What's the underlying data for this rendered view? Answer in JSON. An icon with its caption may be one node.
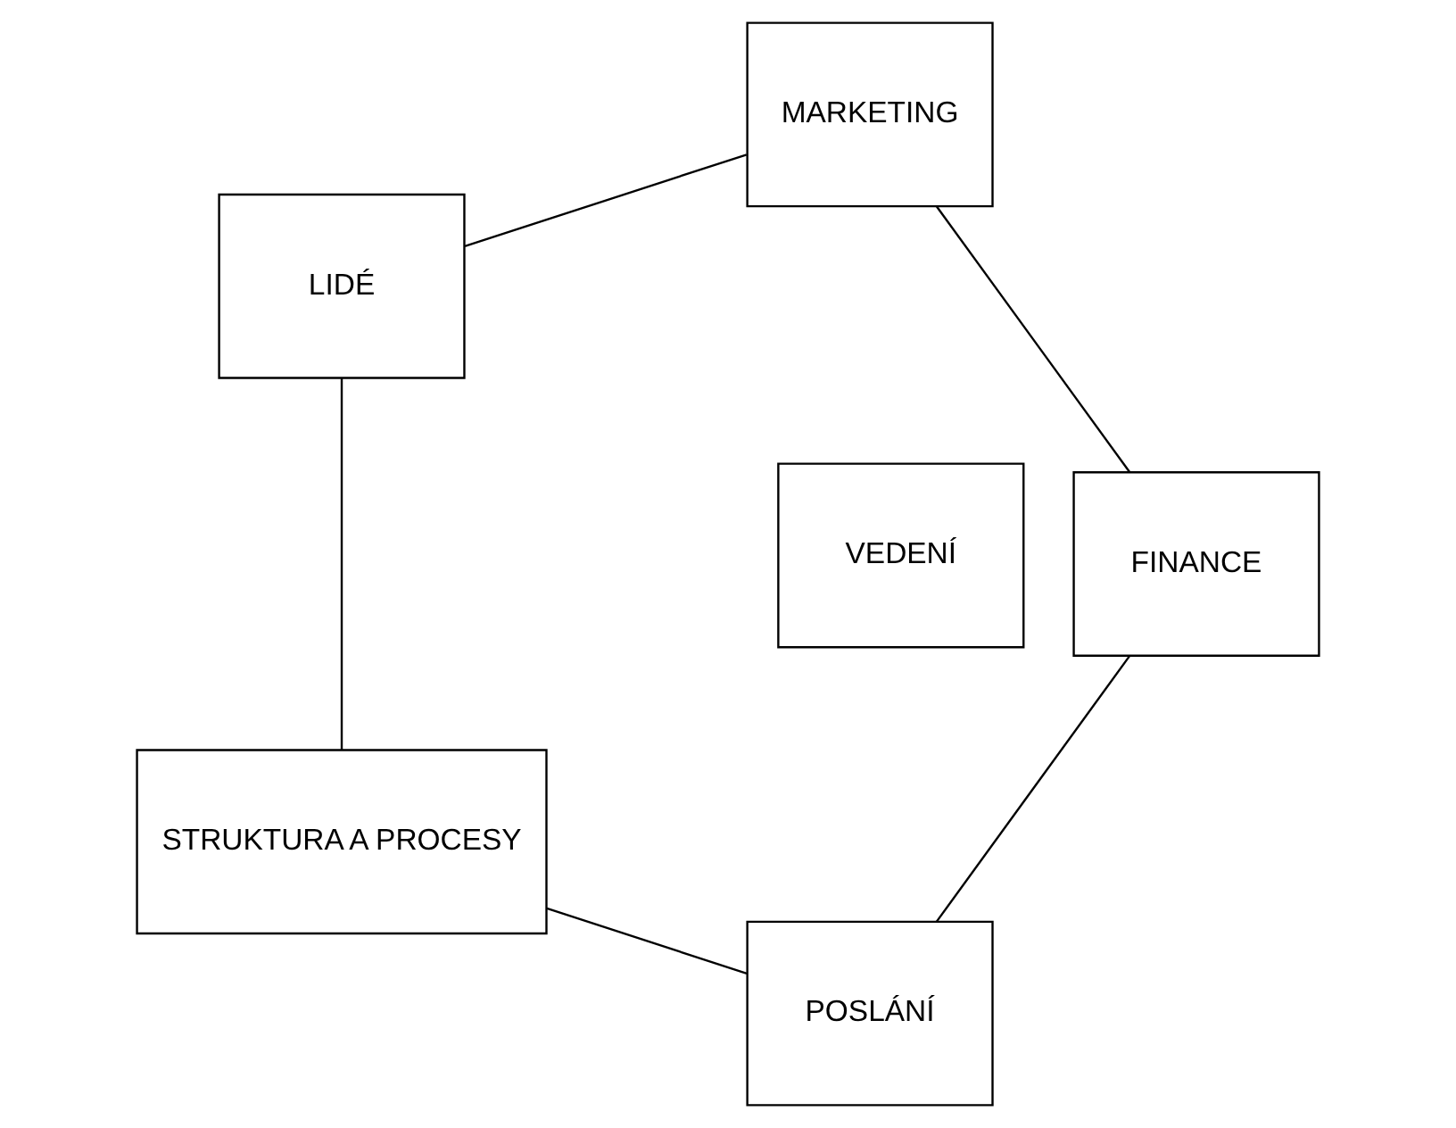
{
  "diagram": {
    "nodes": [
      {
        "text": [
          "POSLÁNÍ"
        ]
      },
      {
        "text": [
          "FINANCE"
        ]
      },
      {
        "text": [
          "STRUKTURA A PROCESY"
        ]
      },
      {
        "text": [
          "VEDENÍ"
        ]
      },
      {
        "text": [
          "MARKETING"
        ]
      },
      {
        "text": [
          "LIDÉ"
        ]
      }
    ],
    "edges": [
      {
        "from": 0,
        "to": 2,
        "arrow": "none"
      },
      {
        "from": 2,
        "to": 5,
        "arrow": "none"
      },
      {
        "from": 5,
        "to": 4,
        "arrow": "none"
      },
      {
        "from": 4,
        "to": 1,
        "arrow": "none"
      },
      {
        "from": 1,
        "to": 0,
        "arrow": "none"
      }
    ]
  }
}
